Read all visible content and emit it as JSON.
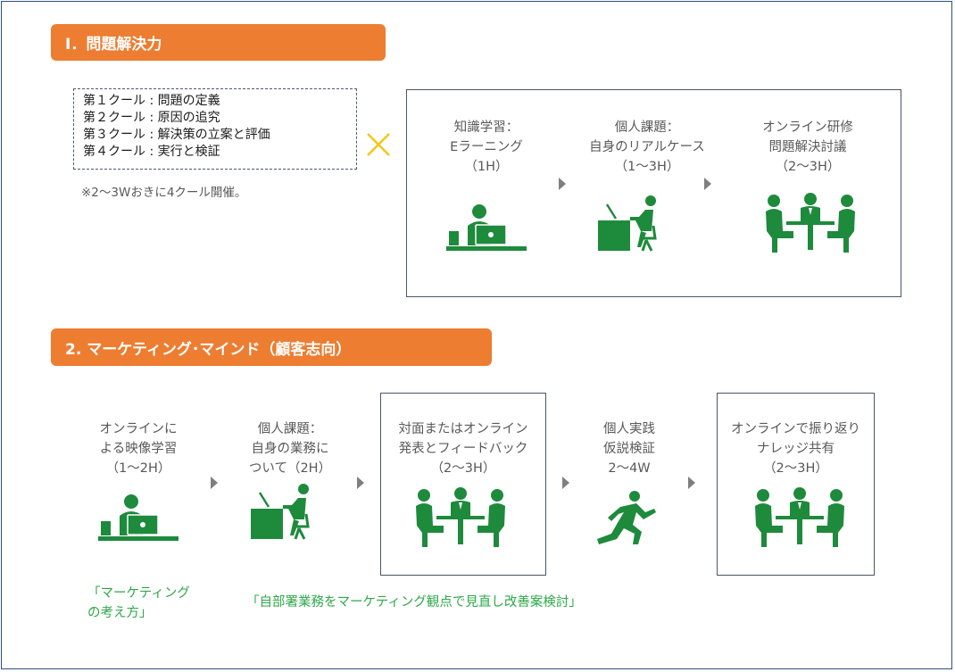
{
  "section1": {
    "title": "Ⅰ．問題解決力",
    "cools": [
      "第１クール : 問題の定義",
      "第２クール : 原因の追究",
      "第３クール : 解決策の立案と評価",
      "第４クール : 実行と検証"
    ],
    "note": "※2〜3Wおきに4クール開催。",
    "steps": [
      {
        "lines": [
          "知識学習：",
          "Eラーニング",
          "（1H）"
        ],
        "icon": "laptop-person-icon"
      },
      {
        "lines": [
          "個人課題：",
          "自身のリアルケース",
          "（1〜3H）"
        ],
        "icon": "desk-worker-icon"
      },
      {
        "lines": [
          "オンライン研修",
          "問題解決討議",
          "（2〜3H）"
        ],
        "icon": "meeting-group-icon"
      }
    ]
  },
  "section2": {
    "title": "2. マーケティング･マインド（顧客志向）",
    "steps": [
      {
        "lines": [
          "オンラインに",
          "よる映像学習",
          "（1〜2H）"
        ],
        "icon": "laptop-person-icon"
      },
      {
        "lines": [
          "個人課題：",
          "自身の業務に",
          "ついて（2H）"
        ],
        "icon": "desk-worker-icon"
      },
      {
        "lines": [
          "対面またはオンライン",
          "発表とフィードバック",
          "（2〜3H）"
        ],
        "icon": "meeting-group-icon"
      },
      {
        "lines": [
          "個人実践",
          "仮説検証",
          "2〜4W"
        ],
        "icon": "runner-icon"
      },
      {
        "lines": [
          "オンラインで振り返り",
          "ナレッジ共有",
          "（2〜3H）"
        ],
        "icon": "meeting-group-icon"
      }
    ],
    "green_note_1": [
      "「マーケティング",
      "の考え方」"
    ],
    "green_note_2": "「自部署業務をマーケティング観点で見直し改善案検討」"
  },
  "colors": {
    "accent": "#ed7d31",
    "icon_green": "#1e8a3c",
    "green_text": "#2ea84a",
    "times_mark": "#f5c518"
  }
}
